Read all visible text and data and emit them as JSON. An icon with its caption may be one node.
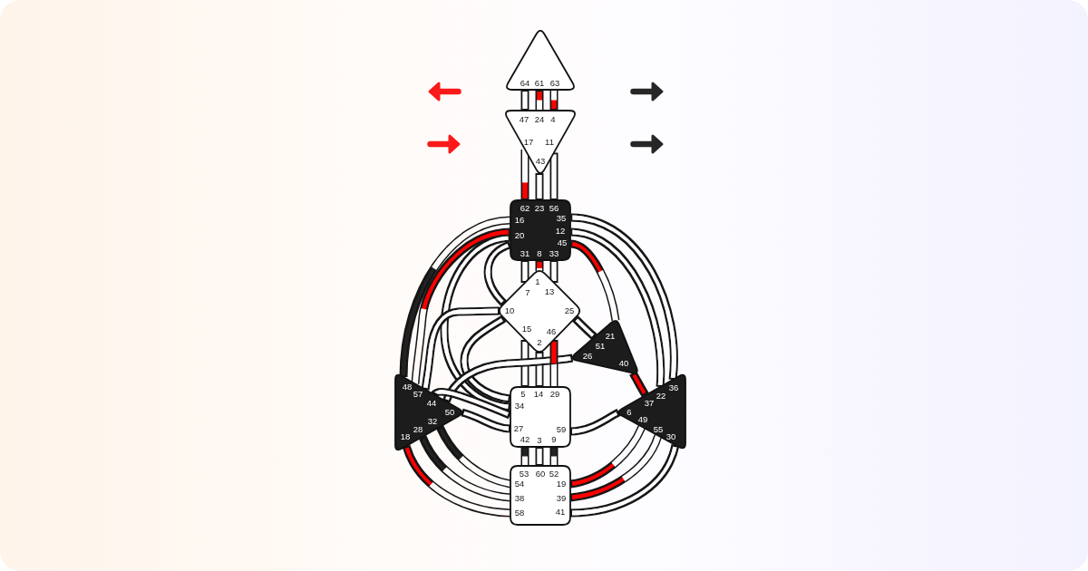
{
  "diagram": {
    "nodes": [
      {
        "text": [
          "64",
          "61",
          "63"
        ]
      },
      {
        "text": [
          "47",
          "24",
          "4",
          "17",
          "11",
          "43"
        ]
      },
      {
        "text": [
          "62",
          "23",
          "56",
          "16",
          "35",
          "20",
          "12",
          "45",
          "31",
          "8",
          "33"
        ]
      },
      {
        "text": [
          "1",
          "7",
          "13",
          "10",
          "25",
          "15",
          "46",
          "2"
        ]
      },
      {
        "text": [
          "21",
          "51",
          "26",
          "40"
        ]
      },
      {
        "text": [
          "48",
          "57",
          "44",
          "50",
          "32",
          "28",
          "18"
        ]
      },
      {
        "text": [
          "5",
          "14",
          "29",
          "34",
          "27",
          "59",
          "42",
          "3",
          "9"
        ]
      },
      {
        "text": [
          "36",
          "22",
          "37",
          "6",
          "49",
          "55",
          "30"
        ]
      },
      {
        "text": [
          "53",
          "60",
          "52",
          "54",
          "19",
          "38",
          "39",
          "58",
          "41"
        ]
      }
    ],
    "edges": [
      {
        "from": 0,
        "to": 1,
        "arrow": "none"
      },
      {
        "from": 0,
        "to": 1,
        "arrow": "none",
        "color": "#ff0000"
      },
      {
        "from": 1,
        "to": 0,
        "arrow": "none",
        "color": "#ff0000"
      },
      {
        "from": 2,
        "to": 1,
        "arrow": "none",
        "color": "#ff0000"
      },
      {
        "from": 1,
        "to": 2,
        "arrow": "none"
      },
      {
        "from": 1,
        "to": 2,
        "arrow": "none"
      },
      {
        "from": 2,
        "to": 3,
        "arrow": "none"
      },
      {
        "from": 2,
        "to": 3,
        "arrow": "none",
        "color": "#ff0000"
      },
      {
        "from": 2,
        "to": 3,
        "arrow": "none"
      },
      {
        "from": 5,
        "to": 2,
        "arrow": "none",
        "color": "#222222"
      },
      {
        "from": 2,
        "to": 5,
        "arrow": "none",
        "color": "#ff0000"
      },
      {
        "from": 2,
        "to": 6,
        "arrow": "none"
      },
      {
        "from": 2,
        "to": 3,
        "arrow": "none"
      },
      {
        "from": 2,
        "to": 4,
        "arrow": "none",
        "color": "#ff0000"
      },
      {
        "from": 2,
        "to": 7,
        "arrow": "none"
      },
      {
        "from": 2,
        "to": 7,
        "arrow": "none"
      },
      {
        "from": 3,
        "to": 4,
        "arrow": "none"
      },
      {
        "from": 3,
        "to": 6,
        "arrow": "none"
      },
      {
        "from": 3,
        "to": 6,
        "arrow": "none"
      },
      {
        "from": 3,
        "to": 6,
        "arrow": "none",
        "color": "#ff0000"
      },
      {
        "from": 3,
        "to": 5,
        "arrow": "none"
      },
      {
        "from": 3,
        "to": 6,
        "arrow": "none"
      },
      {
        "from": 4,
        "to": 5,
        "arrow": "none"
      },
      {
        "from": 4,
        "to": 7,
        "arrow": "none",
        "color": "#ff0000"
      },
      {
        "from": 5,
        "to": 6,
        "arrow": "none"
      },
      {
        "from": 5,
        "to": 6,
        "arrow": "none"
      },
      {
        "from": 5,
        "to": 8,
        "arrow": "none",
        "color": "#222222"
      },
      {
        "from": 5,
        "to": 8,
        "arrow": "none",
        "color": "#222222"
      },
      {
        "from": 5,
        "to": 8,
        "arrow": "none",
        "color": "#ff0000"
      },
      {
        "from": 6,
        "to": 7,
        "arrow": "none"
      },
      {
        "from": 6,
        "to": 8,
        "arrow": "none",
        "color": "#222222"
      },
      {
        "from": 6,
        "to": 8,
        "arrow": "none"
      },
      {
        "from": 6,
        "to": 8,
        "arrow": "none",
        "color": "#222222"
      },
      {
        "from": 8,
        "to": 7,
        "arrow": "none",
        "color": "#ff0000"
      },
      {
        "from": 8,
        "to": 7,
        "arrow": "none",
        "color": "#ff0000"
      },
      {
        "from": 7,
        "to": 8,
        "arrow": "none"
      }
    ]
  }
}
